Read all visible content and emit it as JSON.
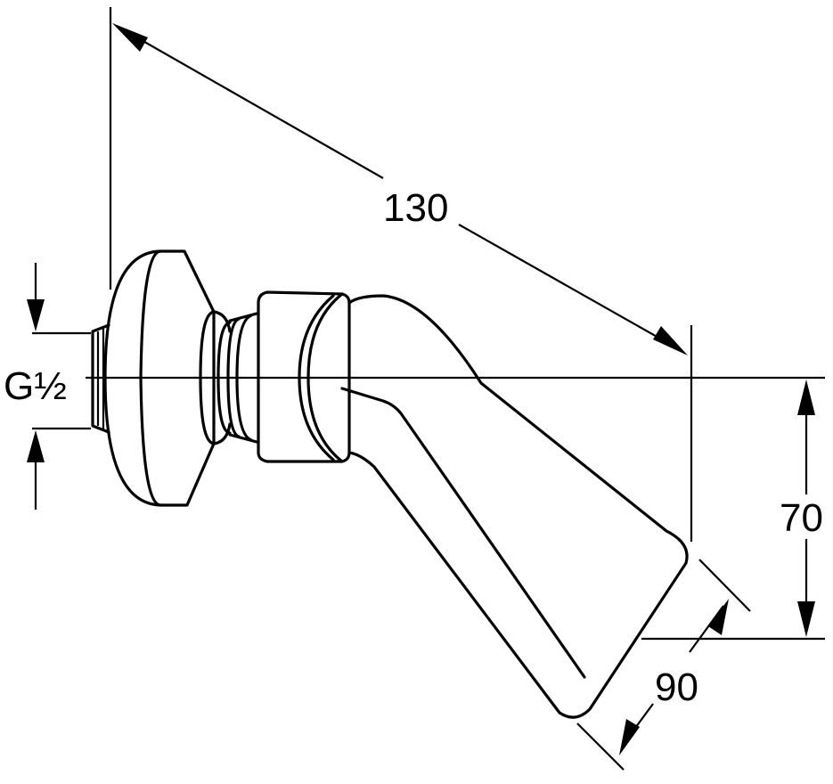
{
  "dimensions": {
    "length": "130",
    "height": "70",
    "head_width": "90",
    "thread": "G½"
  }
}
